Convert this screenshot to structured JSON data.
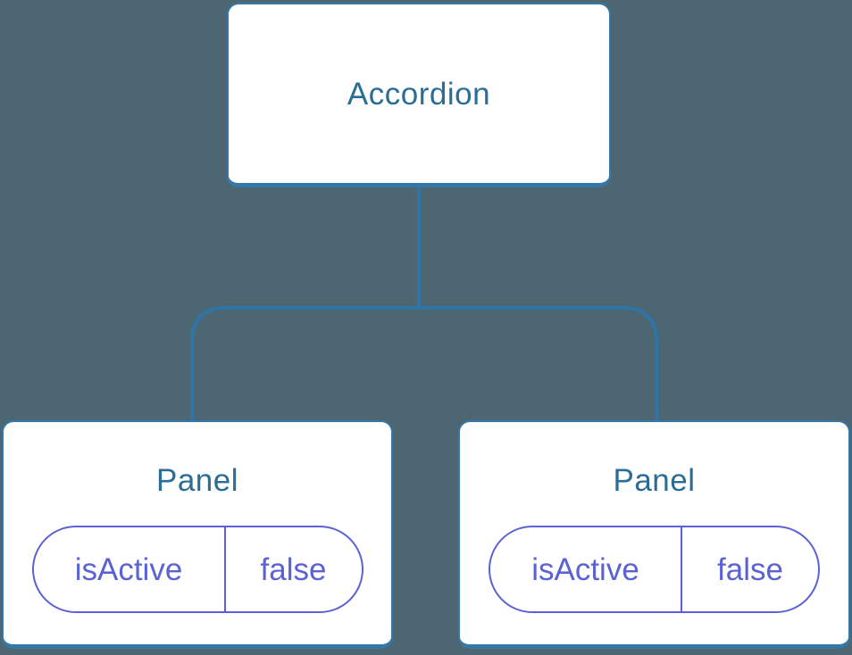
{
  "diagram": {
    "description": "Component tree diagram with a root node and two child nodes each holding a state pill",
    "root": {
      "label": "Accordion"
    },
    "children": [
      {
        "label": "Panel",
        "state": {
          "key": "isActive",
          "value": "false"
        }
      },
      {
        "label": "Panel",
        "state": {
          "key": "isActive",
          "value": "false"
        }
      }
    ]
  },
  "colors": {
    "background": "#4D6772",
    "node_fill": "#FFFFFF",
    "node_border": "#3577A6",
    "node_text": "#2B6D94",
    "connector_line": "#2E74A7",
    "state_pill": "#5B62D3"
  }
}
